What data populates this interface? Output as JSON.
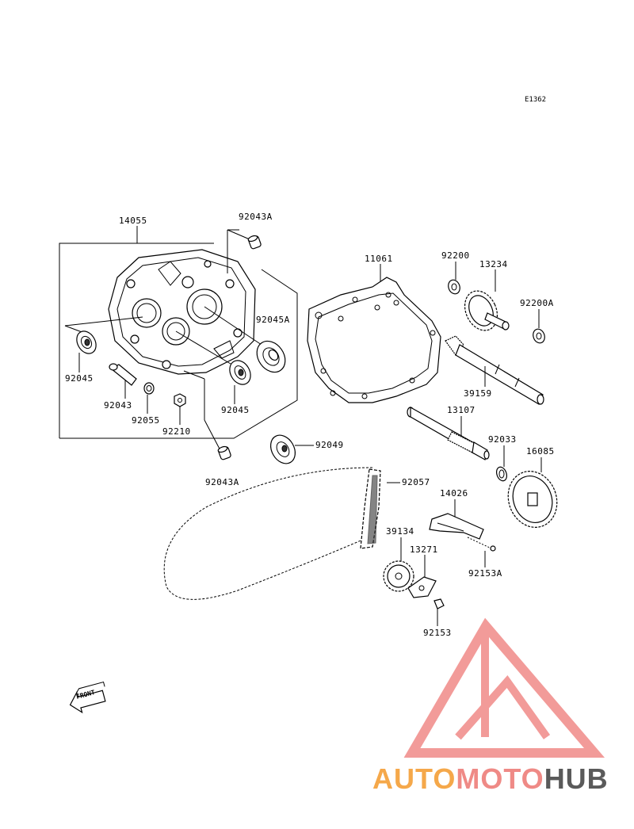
{
  "diagram_code": "E1362",
  "parts": [
    {
      "id": "p14055",
      "label": "14055"
    },
    {
      "id": "p92043A_top",
      "label": "92043A"
    },
    {
      "id": "p92045A",
      "label": "92045A"
    },
    {
      "id": "p92045_left",
      "label": "92045"
    },
    {
      "id": "p92043",
      "label": "92043"
    },
    {
      "id": "p92055",
      "label": "92055"
    },
    {
      "id": "p92210",
      "label": "92210"
    },
    {
      "id": "p92045_right",
      "label": "92045"
    },
    {
      "id": "p92043A_bottom",
      "label": "92043A"
    },
    {
      "id": "p11061",
      "label": "11061"
    },
    {
      "id": "p92200",
      "label": "92200"
    },
    {
      "id": "p13234",
      "label": "13234"
    },
    {
      "id": "p92200A",
      "label": "92200A"
    },
    {
      "id": "p39159",
      "label": "39159"
    },
    {
      "id": "p13107",
      "label": "13107"
    },
    {
      "id": "p92033",
      "label": "92033"
    },
    {
      "id": "p16085",
      "label": "16085"
    },
    {
      "id": "p92049",
      "label": "92049"
    },
    {
      "id": "p92057",
      "label": "92057"
    },
    {
      "id": "p14026",
      "label": "14026"
    },
    {
      "id": "p39134",
      "label": "39134"
    },
    {
      "id": "p13271",
      "label": "13271"
    },
    {
      "id": "p92153A",
      "label": "92153A"
    },
    {
      "id": "p92153",
      "label": "92153"
    }
  ],
  "front_arrow_text": "FRONT",
  "watermark": {
    "text_part1": "AUTO",
    "text_part2": "MOTO",
    "text_part3": "HUB",
    "color1": "#f5a84a",
    "color2": "#ef8a86",
    "color3": "#5a5a5a",
    "triangle_color": "#f08a88"
  }
}
